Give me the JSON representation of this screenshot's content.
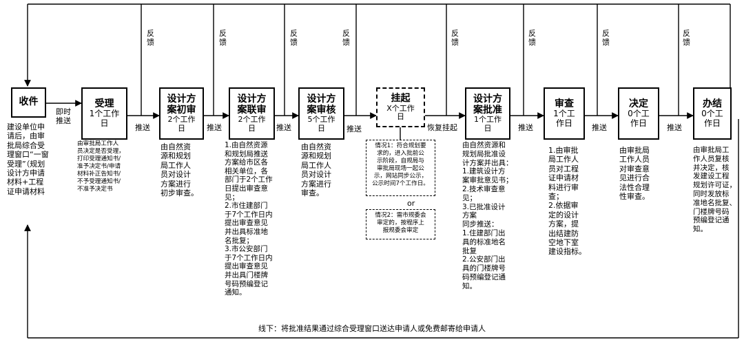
{
  "boxes": [
    {
      "id": "shoujian",
      "title": "收件",
      "sub": ""
    },
    {
      "id": "shouli",
      "title": "受理",
      "sub": "1个工作\n日"
    },
    {
      "id": "chushen",
      "title": "设计方\n案初审",
      "sub": "2个工作\n日"
    },
    {
      "id": "lianshen",
      "title": "设计方\n案联审",
      "sub": "2个工作\n日"
    },
    {
      "id": "shenhe",
      "title": "设计方\n案审核",
      "sub": "5个工作\n日"
    },
    {
      "id": "guaqi",
      "title": "挂起",
      "sub": "X个工作\n日"
    },
    {
      "id": "pizhun",
      "title": "设计方\n案批准",
      "sub": "1个工作\n日"
    },
    {
      "id": "shencha",
      "title": "审查",
      "sub": "1个工\n作日"
    },
    {
      "id": "jueding",
      "title": "决定",
      "sub": "0个工\n作日"
    },
    {
      "id": "banjie",
      "title": "办结",
      "sub": "0个工\n作日"
    }
  ],
  "arrows": {
    "jishi_tuisong": "即时\n推送",
    "tuisong": "推送",
    "huifu_guaqi": "恢复挂起"
  },
  "feedback_label": "反\n馈",
  "descriptions": {
    "shoujian": "建设单位申\n请后，由审\n批局综合受\n理窗口“一窗\n受理”（规划\n设计方申请\n材料+工程\n证申请材料",
    "shouli": "由审批局工作人\n员决定是否受理，\n打印受理通知书/\n准予决定书/申请\n材料补正告知书/\n不予受理通知书/\n不准予决定书",
    "chushen": "由自然资\n源和规划\n局工作人\n员对设计\n方案进行\n初步审查。",
    "lianshen": "1.由自然资源\n和规划局推送\n方案给市区各\n相关单位，各\n部门于2个工作\n日提出审查意\n见；\n2.市住建部门\n于7个工作日内\n提出审查意见\n并出具标准地\n名批复；\n3.市公安部门\n于7个工作日内\n提出审查意见\n并出具门楼牌\n号码预编登记\n通知。",
    "shenhe": "由自然资\n源和规划\n局工作人\n员对设计\n方案进行\n审查。",
    "pizhun": "由自然资源和\n规划局批准设\n计方案并出具：\n1.建筑设计方\n案审批意见书；\n2.技术审查意\n见；\n3.已批准设计\n方案\n同步推送：\n1.住建部门出\n具的标准地名\n批复\n2.公安部门出\n具的门楼牌号\n码预编登记通\n知。",
    "shencha": "1.由审批\n局工作人\n员对工程\n证申请材\n料进行审\n查；\n2.依据审\n定的设计\n方案，提\n出结建防\n空地下室\n建设指标。",
    "jueding": "由审批局\n工作人员\n对审查意\n见进行合\n法性合理\n性审查。",
    "banjie": "由审批局工\n作人员复核\n并决定，核\n发建设工程\n规划许可证，\n同时发放标\n准地名批复、\n门楼牌号码\n预编登记通\n知。"
  },
  "notes": {
    "case1": "情况1：符合规划要\n求的，进入批前公\n示阶段，自规局与\n审批局现场一起公\n示，网站同步公示，\n公示时间7个工作日。",
    "or_label": "or",
    "case2": "情况2：需市规委会\n审定的，按程序上\n报规委会审定"
  },
  "bottom": "线下：将批准结果通过综合受理窗口送达申请人或免费邮寄给申请人"
}
